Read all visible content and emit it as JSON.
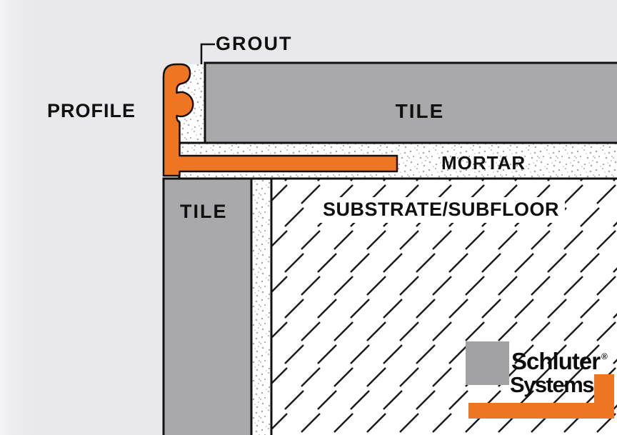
{
  "diagram": {
    "labels": {
      "grout": "GROUT",
      "profile": "PROFILE",
      "tile_top": "TILE",
      "mortar": "MORTAR",
      "substrate": "SUBSTRATE/SUBFLOOR",
      "tile_left": "TILE"
    },
    "logo": {
      "brand_line1": "Schluter",
      "brand_line2": "Systems",
      "registered_mark": "®"
    },
    "colors": {
      "profile_orange": "#ee7623",
      "tile_gray": "#a9a9ab",
      "logo_gray": "#a2a2a4",
      "background": "#e9e9eb",
      "outline_black": "#111111",
      "hatch_black": "#1a1a1a",
      "label_text": "#101010"
    }
  }
}
